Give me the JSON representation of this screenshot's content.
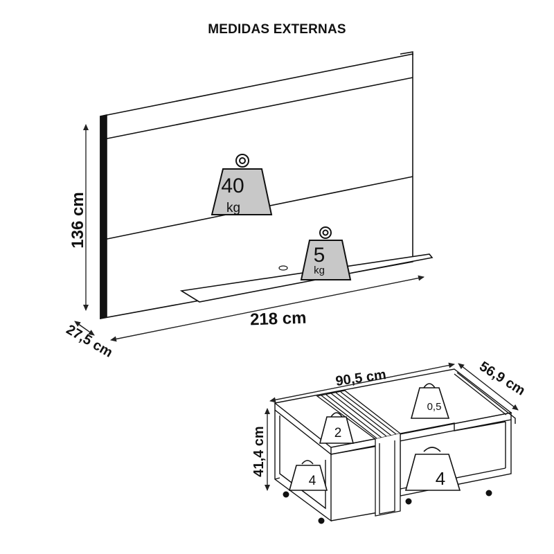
{
  "title": "MEDIDAS EXTERNAS",
  "panel": {
    "height": "136 cm",
    "width": "218 cm",
    "depth": "27,5 cm",
    "top_weight": {
      "value": "40",
      "unit": "kg"
    },
    "shelf_weight": {
      "value": "5",
      "unit": "kg"
    }
  },
  "table": {
    "width": "90,5 cm",
    "depth": "56,9 cm",
    "height": "41,4 cm",
    "weights": {
      "top_right": "0,5",
      "top_left": "2",
      "bottom_left": "4",
      "bottom_right": "4"
    }
  },
  "colors": {
    "line": "#111111",
    "weight_fill": "#c8c8c8",
    "arrow": "#222222"
  }
}
